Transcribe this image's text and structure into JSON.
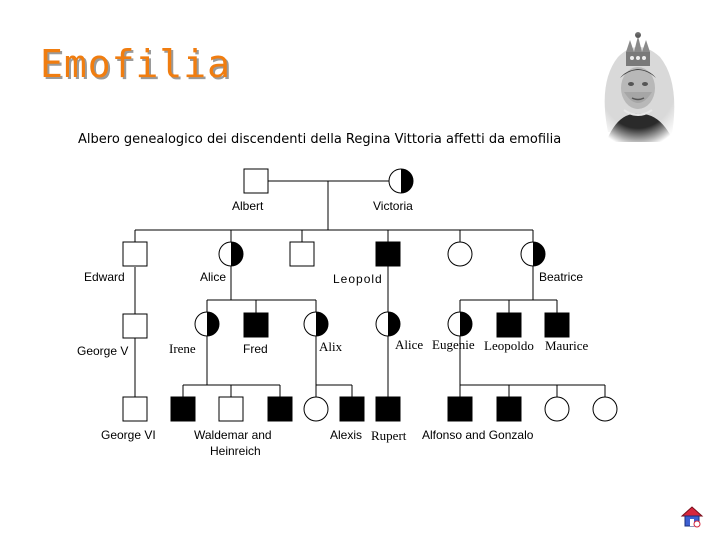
{
  "title": "Emofilia",
  "subtitle": "Albero genealogico dei discendenti della Regina Vittoria affetti da emofilia",
  "people": {
    "albert": "Albert",
    "victoria": "Victoria",
    "edward": "Edward",
    "alice_gen2": "Alice",
    "leopold": "Leopold",
    "beatrice": "Beatrice",
    "george_v": "George V",
    "irene": "Irene",
    "fred": "Fred",
    "alix": "Alix",
    "alice_gen3": "Alice",
    "eugenie": "Eugenie",
    "leopoldo": "Leopoldo",
    "maurice": "Maurice",
    "george_vi": "George VI",
    "waldemar_heinreich_line1": "Waldemar and",
    "waldemar_heinreich_line2": "Heinreich",
    "alexis": "Alexis",
    "rupert": "Rupert",
    "alfonso_gonzalo": "Alfonso and Gonzalo"
  },
  "legend_encoding": {
    "square": "male",
    "circle": "female",
    "filled": "affected",
    "half_filled": "carrier"
  },
  "colors": {
    "title": "#f07d10",
    "affected": "#000000",
    "line": "#000000"
  },
  "icons": {
    "portrait": "queen-victoria-portrait",
    "home": "home-icon"
  }
}
